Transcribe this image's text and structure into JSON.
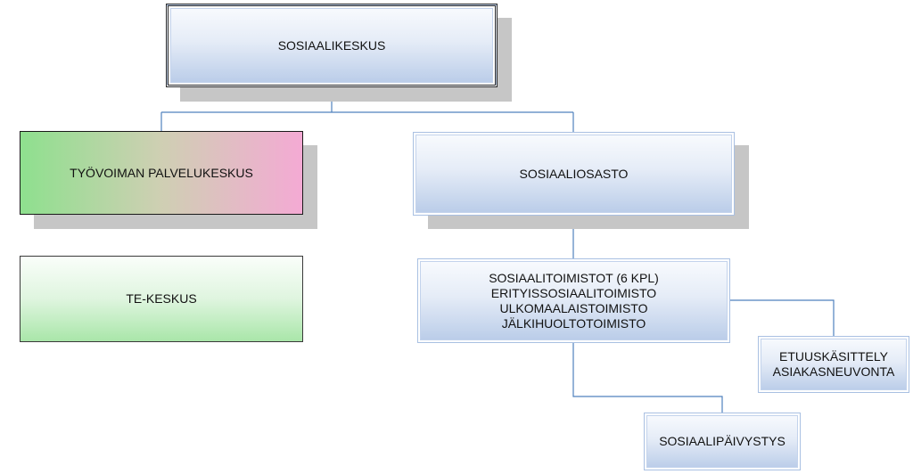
{
  "nodes": {
    "sosiaalikeskus": "SOSIAALIKESKUS",
    "tyovoiman_palvelukeskus": "TYÖVOIMAN PALVELUKESKUS",
    "te_keskus": "TE-KESKUS",
    "sosiaaliosasto": "SOSIAALIOSASTO",
    "sosiaalitoimistot": "SOSIAALITOIMISTOT (6 KPL)\nERITYISSOSIAALITOIMISTO\nULKOMAALAISTOIMISTO\nJÄLKIHUOLTOTOIMISTO",
    "etuuskasittely": "ETUUSKÄSITTELY\nASIAKASNEUVONTA",
    "sosiaalipaivystys": "SOSIAALIPÄIVYSTYS"
  },
  "colors": {
    "connector": "#4f81bd",
    "shadow": "#c6c6c6"
  }
}
